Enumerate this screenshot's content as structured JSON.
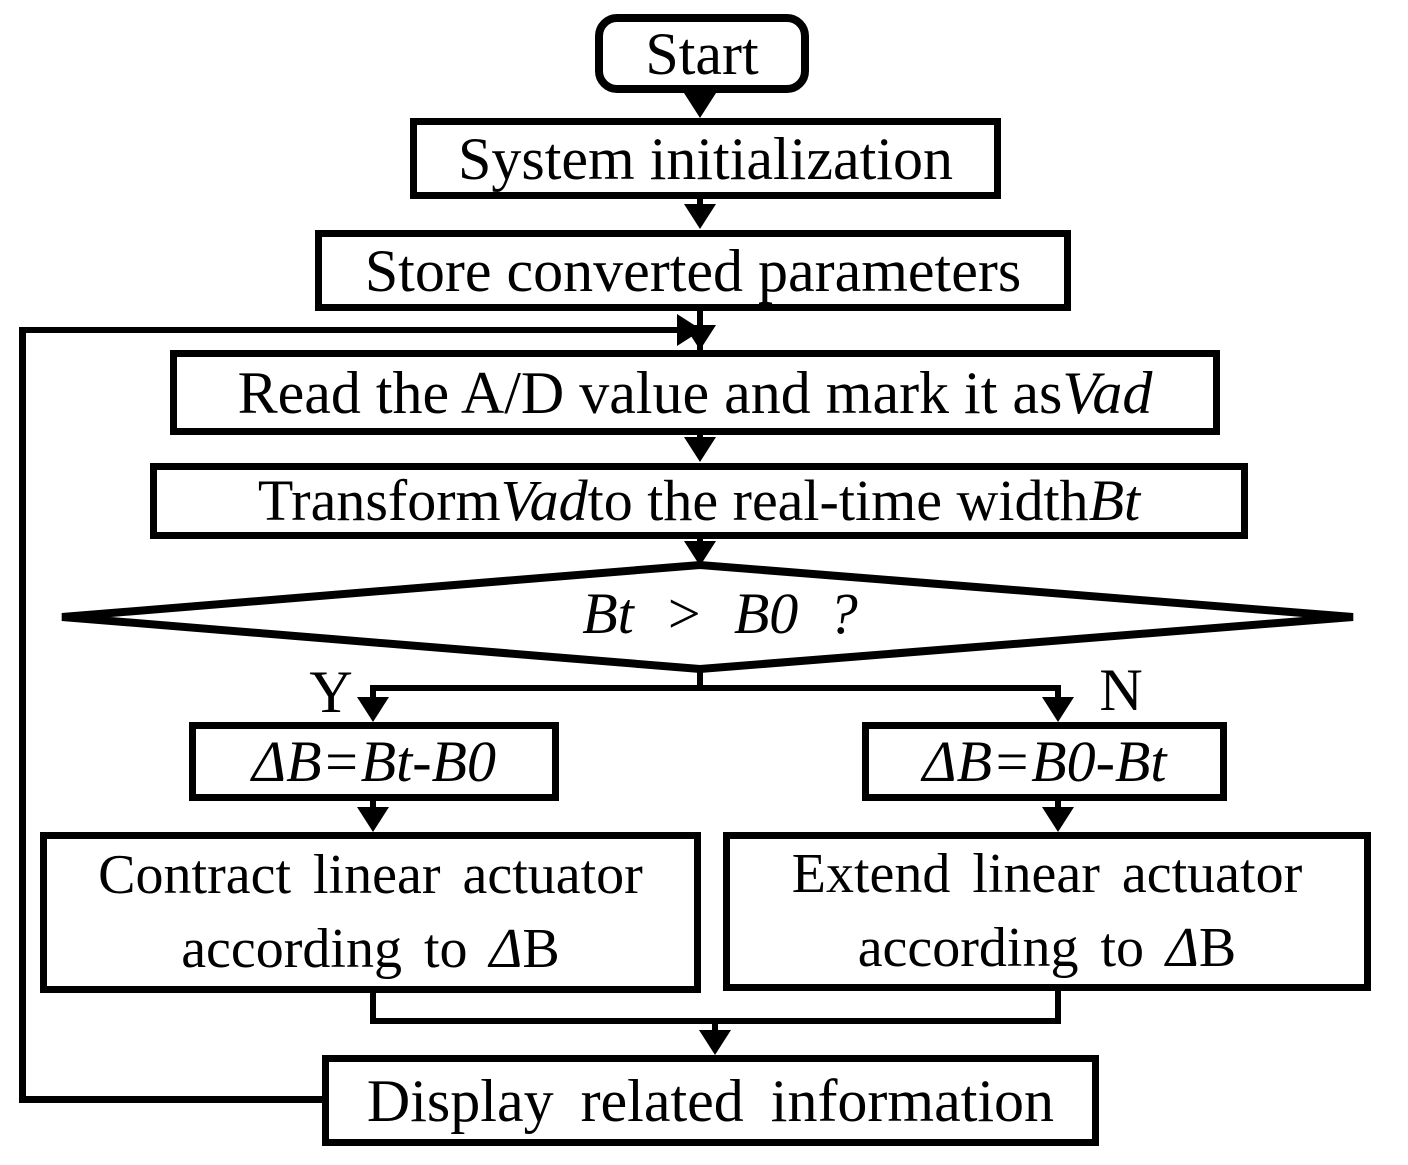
{
  "nodes": {
    "start": "Start",
    "init": "System initialization",
    "store": "Store converted parameters",
    "read_prefix": "Read the A/D value and mark it as ",
    "read_var": "Vad",
    "transform_t1": "Transform ",
    "transform_v1": "Vad",
    "transform_t2": " to the real-time width ",
    "transform_v2": "Bt",
    "decision": "Bt > B0 ?",
    "branch_yes": "Y",
    "branch_no": "N",
    "delta_yes": "ΔB=Bt-B0",
    "delta_no": "ΔB=B0-Bt",
    "contract_line1": "Contract linear actuator",
    "contract_line2_prefix": "according to ",
    "contract_line2_delta": "Δ",
    "contract_line2_suffix": "B",
    "extend_line1": "Extend linear actuator",
    "extend_line2_prefix": "according to ",
    "extend_line2_delta": "Δ",
    "extend_line2_suffix": "B",
    "display": "Display related information"
  },
  "colors": {
    "stroke": "#000000",
    "background": "#ffffff"
  }
}
